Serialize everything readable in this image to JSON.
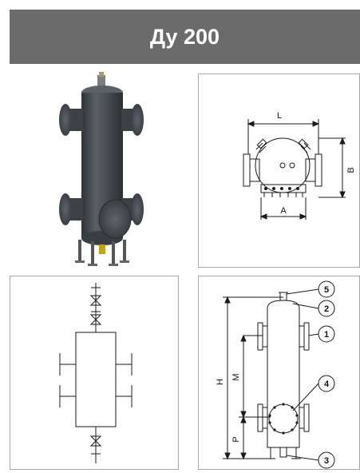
{
  "header": {
    "title": "Ду 200"
  },
  "top_view": {
    "dim_l": "L",
    "dim_a": "A",
    "dim_b": "B"
  },
  "front_view": {
    "dim_h": "H",
    "dim_m": "M",
    "dim_p": "P",
    "callouts": [
      "5",
      "2",
      "1",
      "4",
      "3"
    ]
  },
  "colors": {
    "header_bg": "#6b6b6b",
    "header_text": "#ffffff",
    "body_3d": "#4a4e54",
    "line": "#1a1a1a"
  }
}
